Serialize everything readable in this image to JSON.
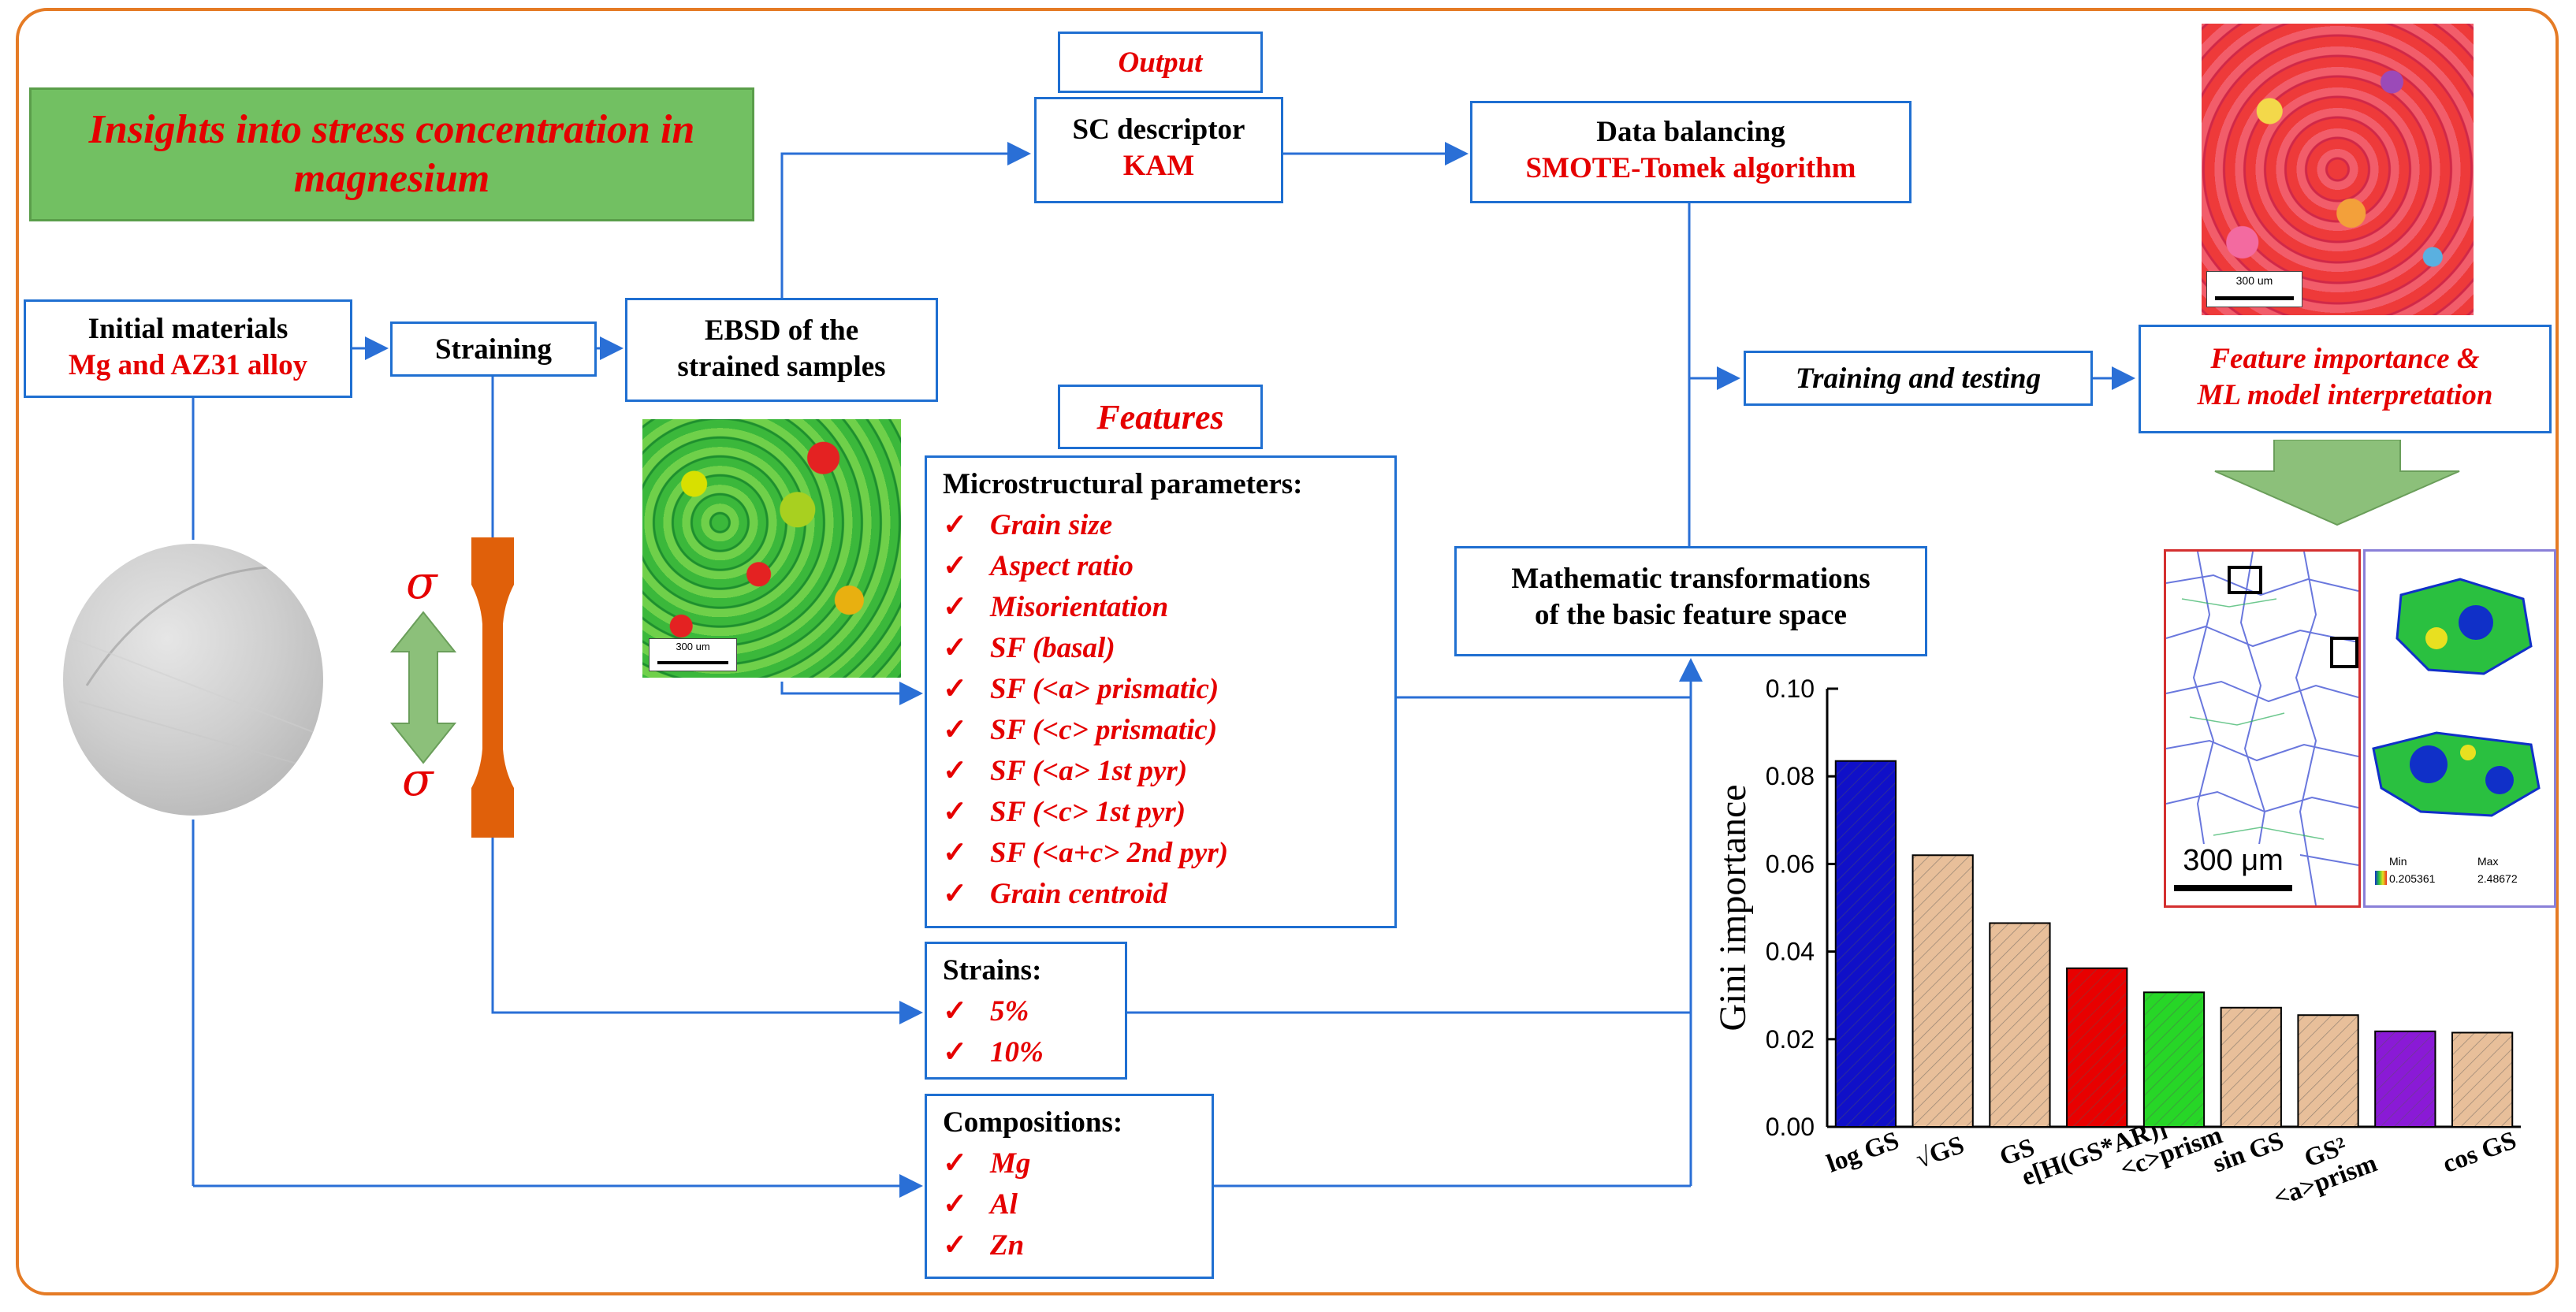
{
  "title": "Insights into stress concentration in magnesium",
  "initial_materials": {
    "label": "Initial materials",
    "value": "Mg and AZ31 alloy"
  },
  "straining": "Straining",
  "ebsd": {
    "line1": "EBSD of the",
    "line2": "strained samples"
  },
  "output_label": "Output",
  "sc": {
    "label": "SC descriptor",
    "value": "KAM"
  },
  "balancing": {
    "label": "Data balancing",
    "value": "SMOTE-Tomek algorithm"
  },
  "training": "Training and testing",
  "feature_importance": {
    "line1": "Feature importance &",
    "line2": "ML model interpretation"
  },
  "features_label": "Features",
  "micro": {
    "header": "Microstructural parameters:",
    "items": [
      "Grain size",
      "Aspect ratio",
      "Misorientation",
      "SF (basal)",
      "SF (<a> prismatic)",
      "SF (<c> prismatic)",
      "SF (<a> 1st pyr)",
      "SF (<c> 1st pyr)",
      "SF (<a+c> 2nd pyr)",
      "Grain centroid"
    ]
  },
  "math": {
    "line1": "Mathematic transformations",
    "line2": "of the basic feature space"
  },
  "strains": {
    "header": "Strains:",
    "items": [
      "5%",
      "10%"
    ]
  },
  "compositions": {
    "header": "Compositions:",
    "items": [
      "Mg",
      "Al",
      "Zn"
    ]
  },
  "check": "✓",
  "sigma": "σ",
  "scalebars": {
    "ebsd_small": "300 um",
    "top_map": "300 um",
    "kam_map": "300 μm"
  },
  "legend": {
    "min_label": "Min",
    "max_label": "Max",
    "min_value": "0.205361",
    "max_value": "2.48672"
  },
  "colors": {
    "accent_blue": "#1f6fd1",
    "red_text": "#e50000",
    "title_green": "#72c062",
    "frame_orange": "#e57b25",
    "specimen_orange": "#e0600a",
    "arrow_green": "#8cc07a"
  },
  "chart_data": {
    "type": "bar",
    "ylabel": "Gini importance",
    "ylim": [
      0,
      0.1
    ],
    "yticks": [
      "0.00",
      "0.02",
      "0.04",
      "0.06",
      "0.08",
      "0.10"
    ],
    "categories": [
      "log GS",
      "√GS",
      "GS",
      "e^[H(GS*AR)]",
      "<c>prism",
      "sin GS",
      "GS²",
      "<a>prism",
      "cos GS"
    ],
    "xtick_lines": [
      [
        "log GS"
      ],
      [
        "√GS"
      ],
      [
        "GS"
      ],
      [
        "e[H(GS*AR)]"
      ],
      [
        "<c>prism"
      ],
      [
        "sin GS"
      ],
      [
        "GS²",
        "<a>prism"
      ],
      [],
      [
        "cos GS"
      ]
    ],
    "values": [
      0.0835,
      0.062,
      0.0465,
      0.0362,
      0.0307,
      0.0272,
      0.0255,
      0.0218,
      0.0215
    ],
    "colors": [
      "#1010c8",
      "#e8bf9a",
      "#e8bf9a",
      "#e80000",
      "#27d627",
      "#e8bf9a",
      "#e8bf9a",
      "#8a1ad6",
      "#e8bf9a"
    ]
  }
}
